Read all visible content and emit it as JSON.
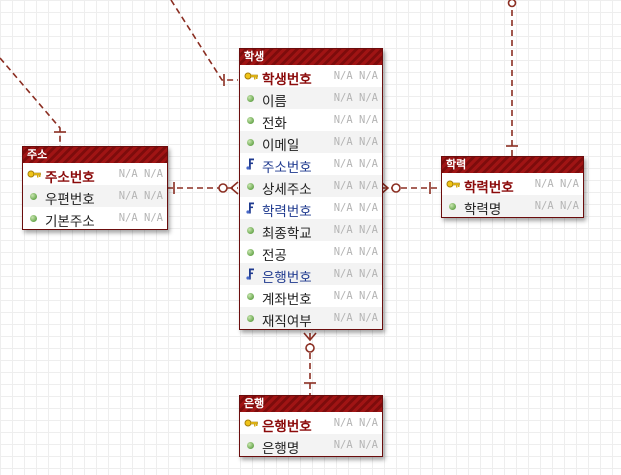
{
  "colors": {
    "relationship_line": "#8b2e22",
    "header_bg": "#a01414",
    "pk_text": "#8b0a0a",
    "fk_text": "#1f3a8f",
    "type_text": "#b4b4b4"
  },
  "entities": {
    "student": {
      "title": "학생",
      "columns": [
        {
          "name": "학생번호",
          "kind": "pk",
          "icon": "key-icon",
          "type": "N/A N/A"
        },
        {
          "name": "이름",
          "kind": "col",
          "icon": "attribute-icon",
          "type": "N/A N/A"
        },
        {
          "name": "전화",
          "kind": "col",
          "icon": "attribute-icon",
          "type": "N/A N/A"
        },
        {
          "name": "이메일",
          "kind": "col",
          "icon": "attribute-icon",
          "type": "N/A N/A"
        },
        {
          "name": "주소번호",
          "kind": "fk",
          "icon": "foreign-key-icon",
          "type": "N/A N/A"
        },
        {
          "name": "상세주소",
          "kind": "col",
          "icon": "attribute-icon",
          "type": "N/A N/A"
        },
        {
          "name": "학력번호",
          "kind": "fk",
          "icon": "foreign-key-icon",
          "type": "N/A N/A"
        },
        {
          "name": "최종학교",
          "kind": "col",
          "icon": "attribute-icon",
          "type": "N/A N/A"
        },
        {
          "name": "전공",
          "kind": "col",
          "icon": "attribute-icon",
          "type": "N/A N/A"
        },
        {
          "name": "은행번호",
          "kind": "fk",
          "icon": "foreign-key-icon",
          "type": "N/A N/A"
        },
        {
          "name": "계좌번호",
          "kind": "col",
          "icon": "attribute-icon",
          "type": "N/A N/A"
        },
        {
          "name": "재직여부",
          "kind": "col",
          "icon": "attribute-icon",
          "type": "N/A N/A"
        }
      ]
    },
    "address": {
      "title": "주소",
      "columns": [
        {
          "name": "주소번호",
          "kind": "pk",
          "icon": "key-icon",
          "type": "N/A N/A"
        },
        {
          "name": "우편번호",
          "kind": "col",
          "icon": "attribute-icon",
          "type": "N/A N/A"
        },
        {
          "name": "기본주소",
          "kind": "col",
          "icon": "attribute-icon",
          "type": "N/A N/A"
        }
      ]
    },
    "education": {
      "title": "학력",
      "columns": [
        {
          "name": "학력번호",
          "kind": "pk",
          "icon": "key-icon",
          "type": "N/A N/A"
        },
        {
          "name": "학력명",
          "kind": "col",
          "icon": "attribute-icon",
          "type": "N/A N/A"
        }
      ]
    },
    "bank": {
      "title": "은행",
      "columns": [
        {
          "name": "은행번호",
          "kind": "pk",
          "icon": "key-icon",
          "type": "N/A N/A"
        },
        {
          "name": "은행명",
          "kind": "col",
          "icon": "attribute-icon",
          "type": "N/A N/A"
        }
      ]
    }
  }
}
